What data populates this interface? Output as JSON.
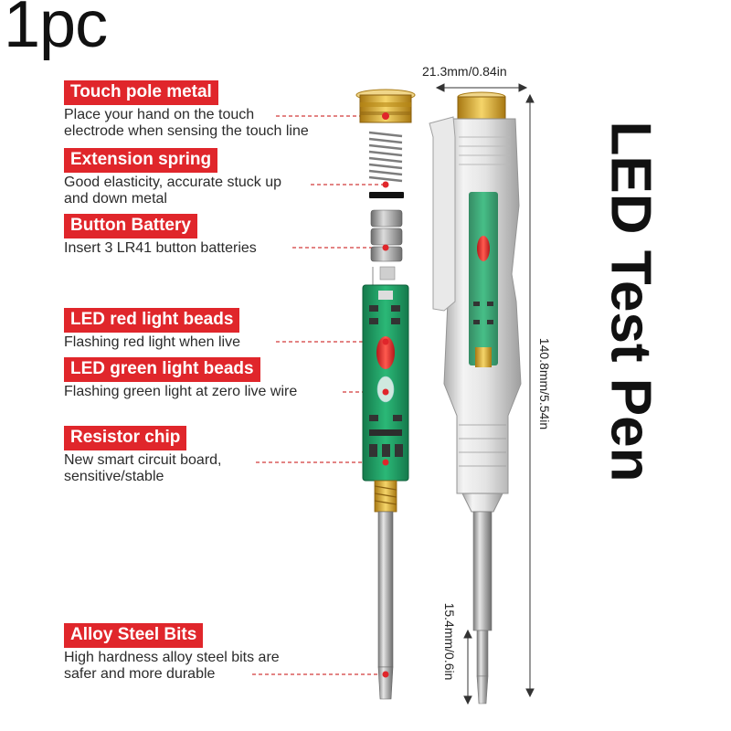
{
  "quantity": "1pc",
  "title": "LED Test Pen",
  "dimensions": {
    "width": "21.3mm/0.84in",
    "length": "140.8mm/5.54in",
    "tip": "15.4mm/0.6in"
  },
  "callouts": [
    {
      "label": "Touch pole metal",
      "lines": [
        "Place your hand on the touch",
        "electrode when sensing the touch line"
      ]
    },
    {
      "label": "Extension spring",
      "lines": [
        "Good elasticity, accurate stuck up",
        "and down metal"
      ]
    },
    {
      "label": "Button Battery",
      "lines": [
        "Insert 3 LR41 button batteries"
      ]
    },
    {
      "label": "LED red light beads",
      "lines": [
        "Flashing red light when live"
      ]
    },
    {
      "label": "LED green light beads",
      "lines": [
        "Flashing green light at zero live wire"
      ]
    },
    {
      "label": "Resistor chip",
      "lines": [
        "New smart circuit board,",
        "sensitive/stable"
      ]
    },
    {
      "label": "Alloy Steel Bits",
      "lines": [
        "High hardness alloy steel bits are",
        "safer and more durable"
      ]
    }
  ],
  "colors": {
    "accent": "#e0262b",
    "brass": "#d4a021",
    "pcb": "#1f9a63",
    "led_red": "#e8322f"
  }
}
